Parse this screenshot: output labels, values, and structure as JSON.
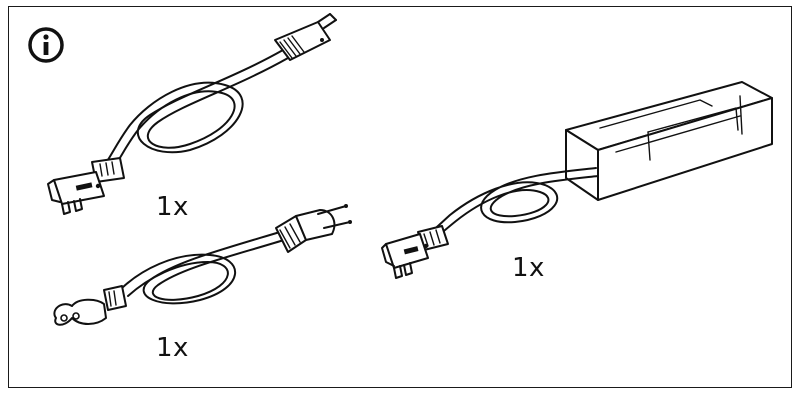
{
  "info_icon": {
    "icon": "info-icon",
    "glyph": "i"
  },
  "items": [
    {
      "id": "connector-cable",
      "quantity_label": "1x"
    },
    {
      "id": "mains-cable-euro-plug",
      "quantity_label": "1x"
    },
    {
      "id": "power-adapter-with-cable",
      "quantity_label": "1x"
    }
  ]
}
